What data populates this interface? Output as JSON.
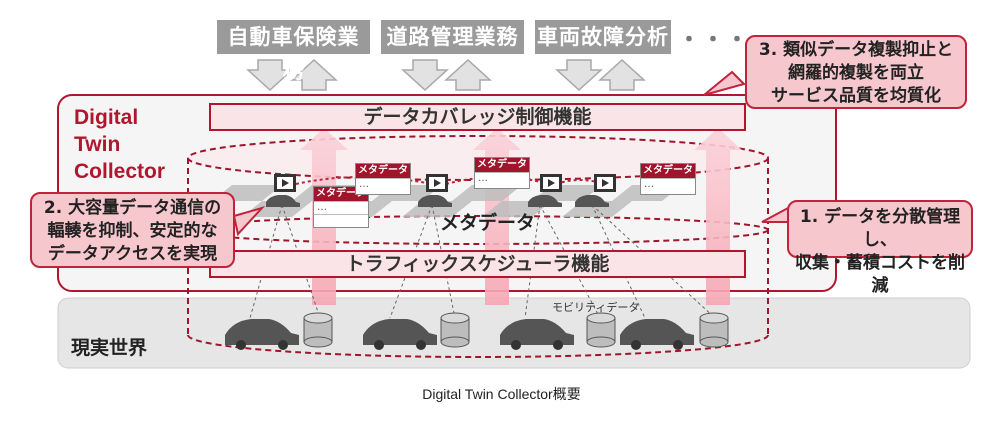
{
  "services": [
    "自動車保険業務",
    "道路管理業務",
    "車両故障分析"
  ],
  "services_more": "・・・・",
  "system_name_lines": [
    "Digital",
    "Twin",
    "Collector"
  ],
  "bars": {
    "top": "データカバレッジ制御機能",
    "bottom": "トラフィックスケジューラ機能"
  },
  "metadata_label": "メタデータ",
  "card_title": "メタデータ",
  "card_ellipsis": "…",
  "callouts": {
    "c1": [
      "1. データを分散管理し、",
      "収集・蓄積コストを削減"
    ],
    "c2": [
      "2. 大容量データ通信の",
      "輻輳を抑制、安定的な",
      "データアクセスを実現"
    ],
    "c3": [
      "3. 類似データ複製抑止と",
      "網羅的複製を両立",
      "サービス品質を均質化"
    ]
  },
  "real_world": "現実世界",
  "mobility_data": "モビリティデータ",
  "caption": "Digital Twin Collector概要",
  "colors": {
    "accent": "#b0172f",
    "pink": "#f7c7ce",
    "grey": "#9a9a9a"
  }
}
